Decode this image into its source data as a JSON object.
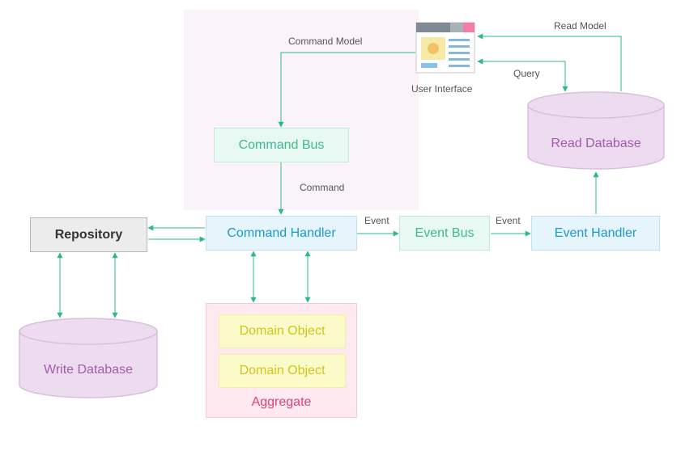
{
  "nodes": {
    "user_interface": "User Interface",
    "command_bus": "Command Bus",
    "command_handler": "Command Handler",
    "repository": "Repository",
    "event_bus": "Event Bus",
    "event_handler": "Event Handler",
    "read_database": "Read Database",
    "write_database": "Write Database",
    "aggregate": "Aggregate",
    "domain_objects": [
      "Domain Object",
      "Domain Object"
    ]
  },
  "edge_labels": {
    "command_model": "Command Model",
    "read_model": "Read Model",
    "query": "Query",
    "command": "Command",
    "event_1": "Event",
    "event_2": "Event"
  },
  "colors": {
    "arrow": "#2db88b",
    "background_panel": "#fbf3fa",
    "command_bus_fill": "#e8f8f2",
    "command_bus_text": "#3dbb8a",
    "handler_fill": "#e6f4fb",
    "handler_text": "#1b9bd0",
    "repository_fill": "#ececec",
    "repository_text": "#333333",
    "database_fill": "#eddcef",
    "database_text": "#a35aae",
    "aggregate_fill": "#fde9ef",
    "aggregate_text": "#e0407a",
    "domain_object_fill": "#fbfbc9",
    "domain_object_text": "#cfc51c"
  }
}
